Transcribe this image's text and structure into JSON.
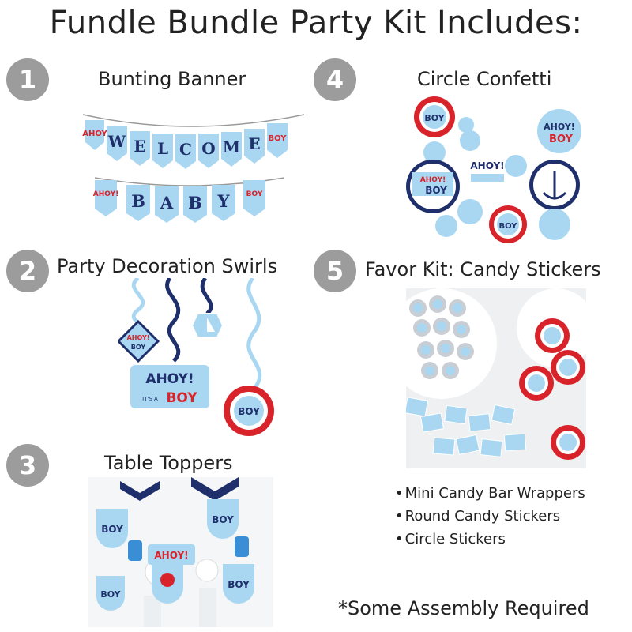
{
  "title": "Fundle Bundle Party Kit Includes:",
  "items": [
    {
      "number": "1",
      "label": "Bunting Banner"
    },
    {
      "number": "2",
      "label": "Party Decoration Swirls"
    },
    {
      "number": "3",
      "label": "Table Toppers"
    },
    {
      "number": "4",
      "label": "Circle Confetti"
    },
    {
      "number": "5",
      "label": "Favor Kit: Candy Stickers"
    }
  ],
  "banner": {
    "row1": [
      "W",
      "E",
      "L",
      "C",
      "O",
      "M",
      "E"
    ],
    "row2": [
      "B",
      "A",
      "B",
      "Y"
    ]
  },
  "artwork_text": {
    "ahoy": "AHOY!",
    "its_a": "IT'S A",
    "boy": "BOY"
  },
  "favor_list": [
    "Mini Candy Bar Wrappers",
    "Round Candy Stickers",
    "Circle Stickers"
  ],
  "note": "*Some Assembly Required",
  "colors": {
    "number_badge": "#9c9c9c",
    "navy": "#1e2f6b",
    "light_blue": "#a9d7f2",
    "red": "#d8232a",
    "white": "#ffffff"
  }
}
